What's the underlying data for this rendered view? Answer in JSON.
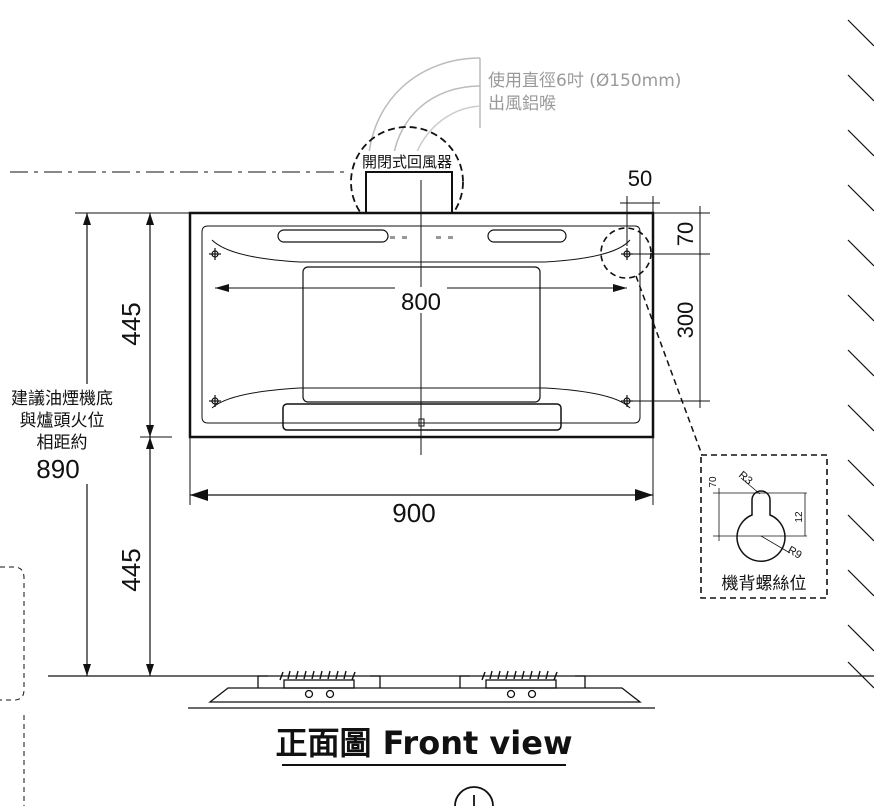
{
  "duct_note_line1": "使用直徑6吋 (Ø150mm)",
  "duct_note_line2": "出風鋁喉",
  "valve_label": "開閉式回風器",
  "dim_top_offset": "50",
  "dim_top_height": "70",
  "dim_screw_spacing": "300",
  "dim_screw_width": "800",
  "dim_total_width": "900",
  "dim_upper_height": "445",
  "dim_lower_height": "445",
  "note_line1": "建議油煙機底",
  "note_line2": "與爐頭火位",
  "note_line3": "相距約",
  "note_value": "890",
  "detail_r3": "R3",
  "detail_70": "70",
  "detail_12": "12",
  "detail_r9": "R9",
  "detail_label": "機背螺絲位",
  "title": "正面圖 Front view",
  "colors": {
    "line": "#111111",
    "grey": "#9a9a9a",
    "panel": "#ffffff"
  }
}
